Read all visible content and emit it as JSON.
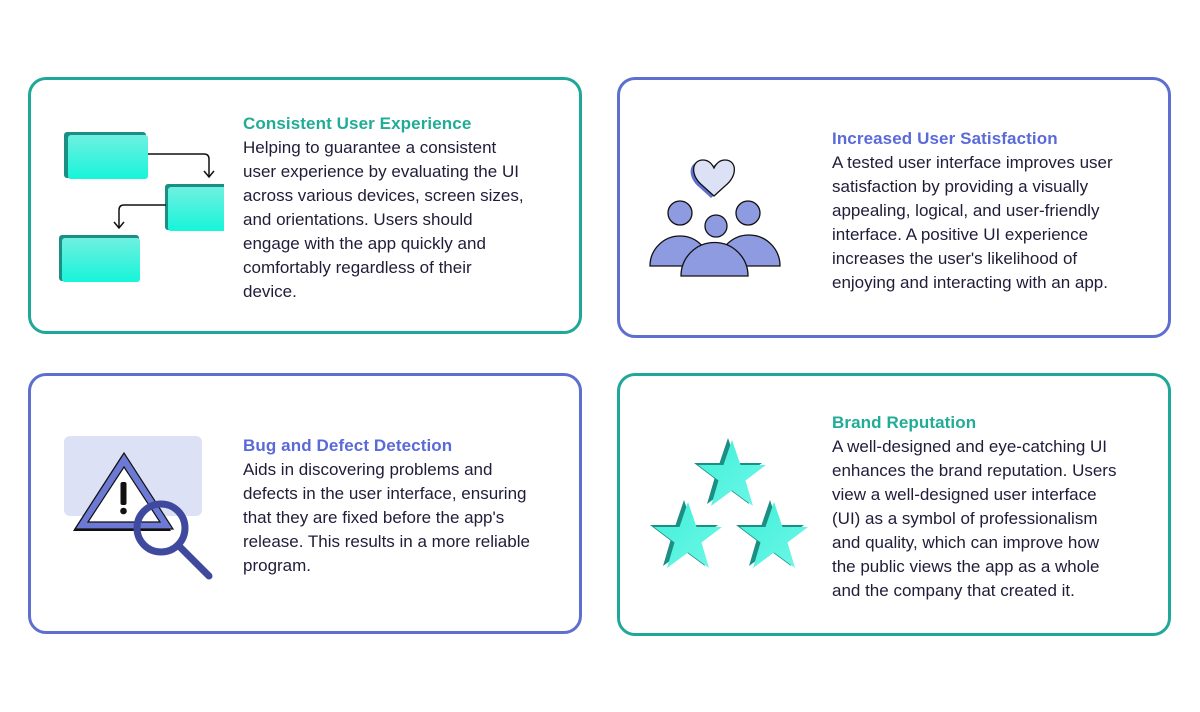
{
  "colors": {
    "teal_border": "#1fa898",
    "purple_border": "#5f6fd0",
    "teal_title": "#20ac97",
    "purple_title": "#5a6ad8",
    "body_text": "#1f1d38",
    "teal_fill": "#2ff0d8",
    "purple_fill": "#8f9be0",
    "light_purple_fill": "#dde1f5"
  },
  "cards": [
    {
      "title": "Consistent User Experience",
      "body": "Helping to guarantee a consistent\nuser experience by evaluating the UI\nacross various devices, screen sizes,\nand orientations. Users should\nengage with the app quickly and\ncomfortably regardless of their\ndevice.",
      "icon": "flowchart-icon",
      "accent": "teal"
    },
    {
      "title": "Increased User Satisfaction",
      "body": "A tested user interface improves user\nsatisfaction by providing a visually\nappealing, logical, and user-friendly\ninterface. A positive UI experience\nincreases the user's likelihood of\nenjoying and interacting with an app.",
      "icon": "users-heart-icon",
      "accent": "purple"
    },
    {
      "title": "Bug and Defect Detection",
      "body": "Aids in discovering problems and\ndefects in the user interface, ensuring\nthat they are fixed before the app's\nrelease. This results in a more reliable\nprogram.",
      "icon": "warning-magnifier-icon",
      "accent": "purple"
    },
    {
      "title": "Brand Reputation",
      "body": "A well-designed and eye-catching UI\nenhances the brand reputation. Users\nview a well-designed user interface\n(UI) as a symbol of professionalism\nand quality, which can improve how\nthe public views the app as a whole\nand the company that created it.",
      "icon": "three-stars-icon",
      "accent": "teal"
    }
  ]
}
